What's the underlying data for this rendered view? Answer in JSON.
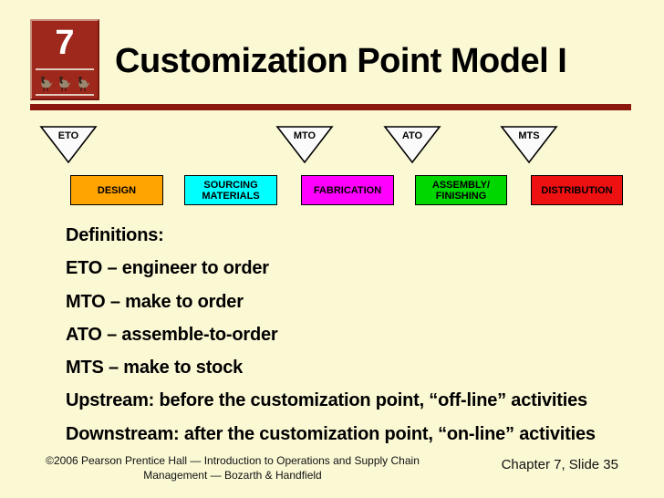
{
  "page": {
    "background_color": "#FBF8D4",
    "accent_color": "#8C170C"
  },
  "header": {
    "title": "Customization Point Model I",
    "chapter_badge": {
      "number": "7",
      "icon": "three-birds-icon",
      "color": "#9E281C"
    }
  },
  "diagram": {
    "markers": [
      {
        "label": "ETO"
      },
      {
        "label": "MTO"
      },
      {
        "label": "ATO"
      },
      {
        "label": "MTS"
      }
    ],
    "stages": [
      {
        "lines": [
          "DESIGN",
          ""
        ],
        "color": "#FFA400"
      },
      {
        "lines": [
          "SOURCING",
          "MATERIALS"
        ],
        "color": "#00FFFF"
      },
      {
        "lines": [
          "FABRICATION",
          ""
        ],
        "color": "#FF00FF"
      },
      {
        "lines": [
          "ASSEMBLY/",
          "FINISHING"
        ],
        "color": "#00D600"
      },
      {
        "lines": [
          "DISTRIBUTION",
          ""
        ],
        "color": "#EE1111"
      }
    ]
  },
  "body": {
    "lines": [
      "Definitions:",
      "ETO – engineer to order",
      "MTO – make to order",
      "ATO – assemble-to-order",
      "MTS – make to stock",
      "Upstream: before the customization point, “off-line” activities",
      "Downstream: after the customization point, “on-line” activities"
    ]
  },
  "footer": {
    "copyright_line1": "©2006 Pearson Prentice Hall — Introduction to Operations and Supply Chain",
    "copyright_line2": "Management — Bozarth & Handfield",
    "slide_ref": "Chapter 7, Slide 35"
  }
}
